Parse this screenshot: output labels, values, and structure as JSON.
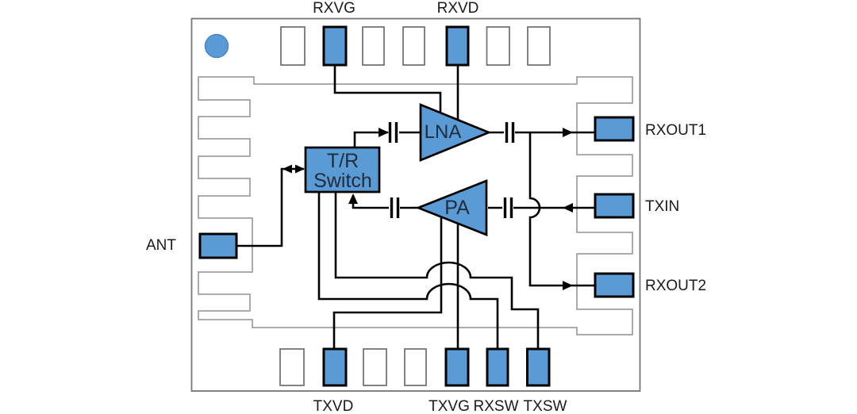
{
  "colors": {
    "accent_blue": "#5b9bd5",
    "wire": "#000000",
    "outline_gray": "#757575",
    "paddle_gray": "#8f8f8f",
    "block_text": "#1f2d3d",
    "pin_text": "#1a1a1a",
    "background": "#ffffff"
  },
  "blocks": {
    "switch_line1": "T/R",
    "switch_line2": "Switch",
    "lna": "LNA",
    "pa": "PA"
  },
  "pins": {
    "top": [
      "RXVG",
      "RXVD"
    ],
    "right": [
      "RXOUT1",
      "TXIN",
      "RXOUT2"
    ],
    "bottom": [
      "TXVD",
      "TXVG",
      "RXSW",
      "TXSW"
    ],
    "left": [
      "ANT"
    ]
  }
}
